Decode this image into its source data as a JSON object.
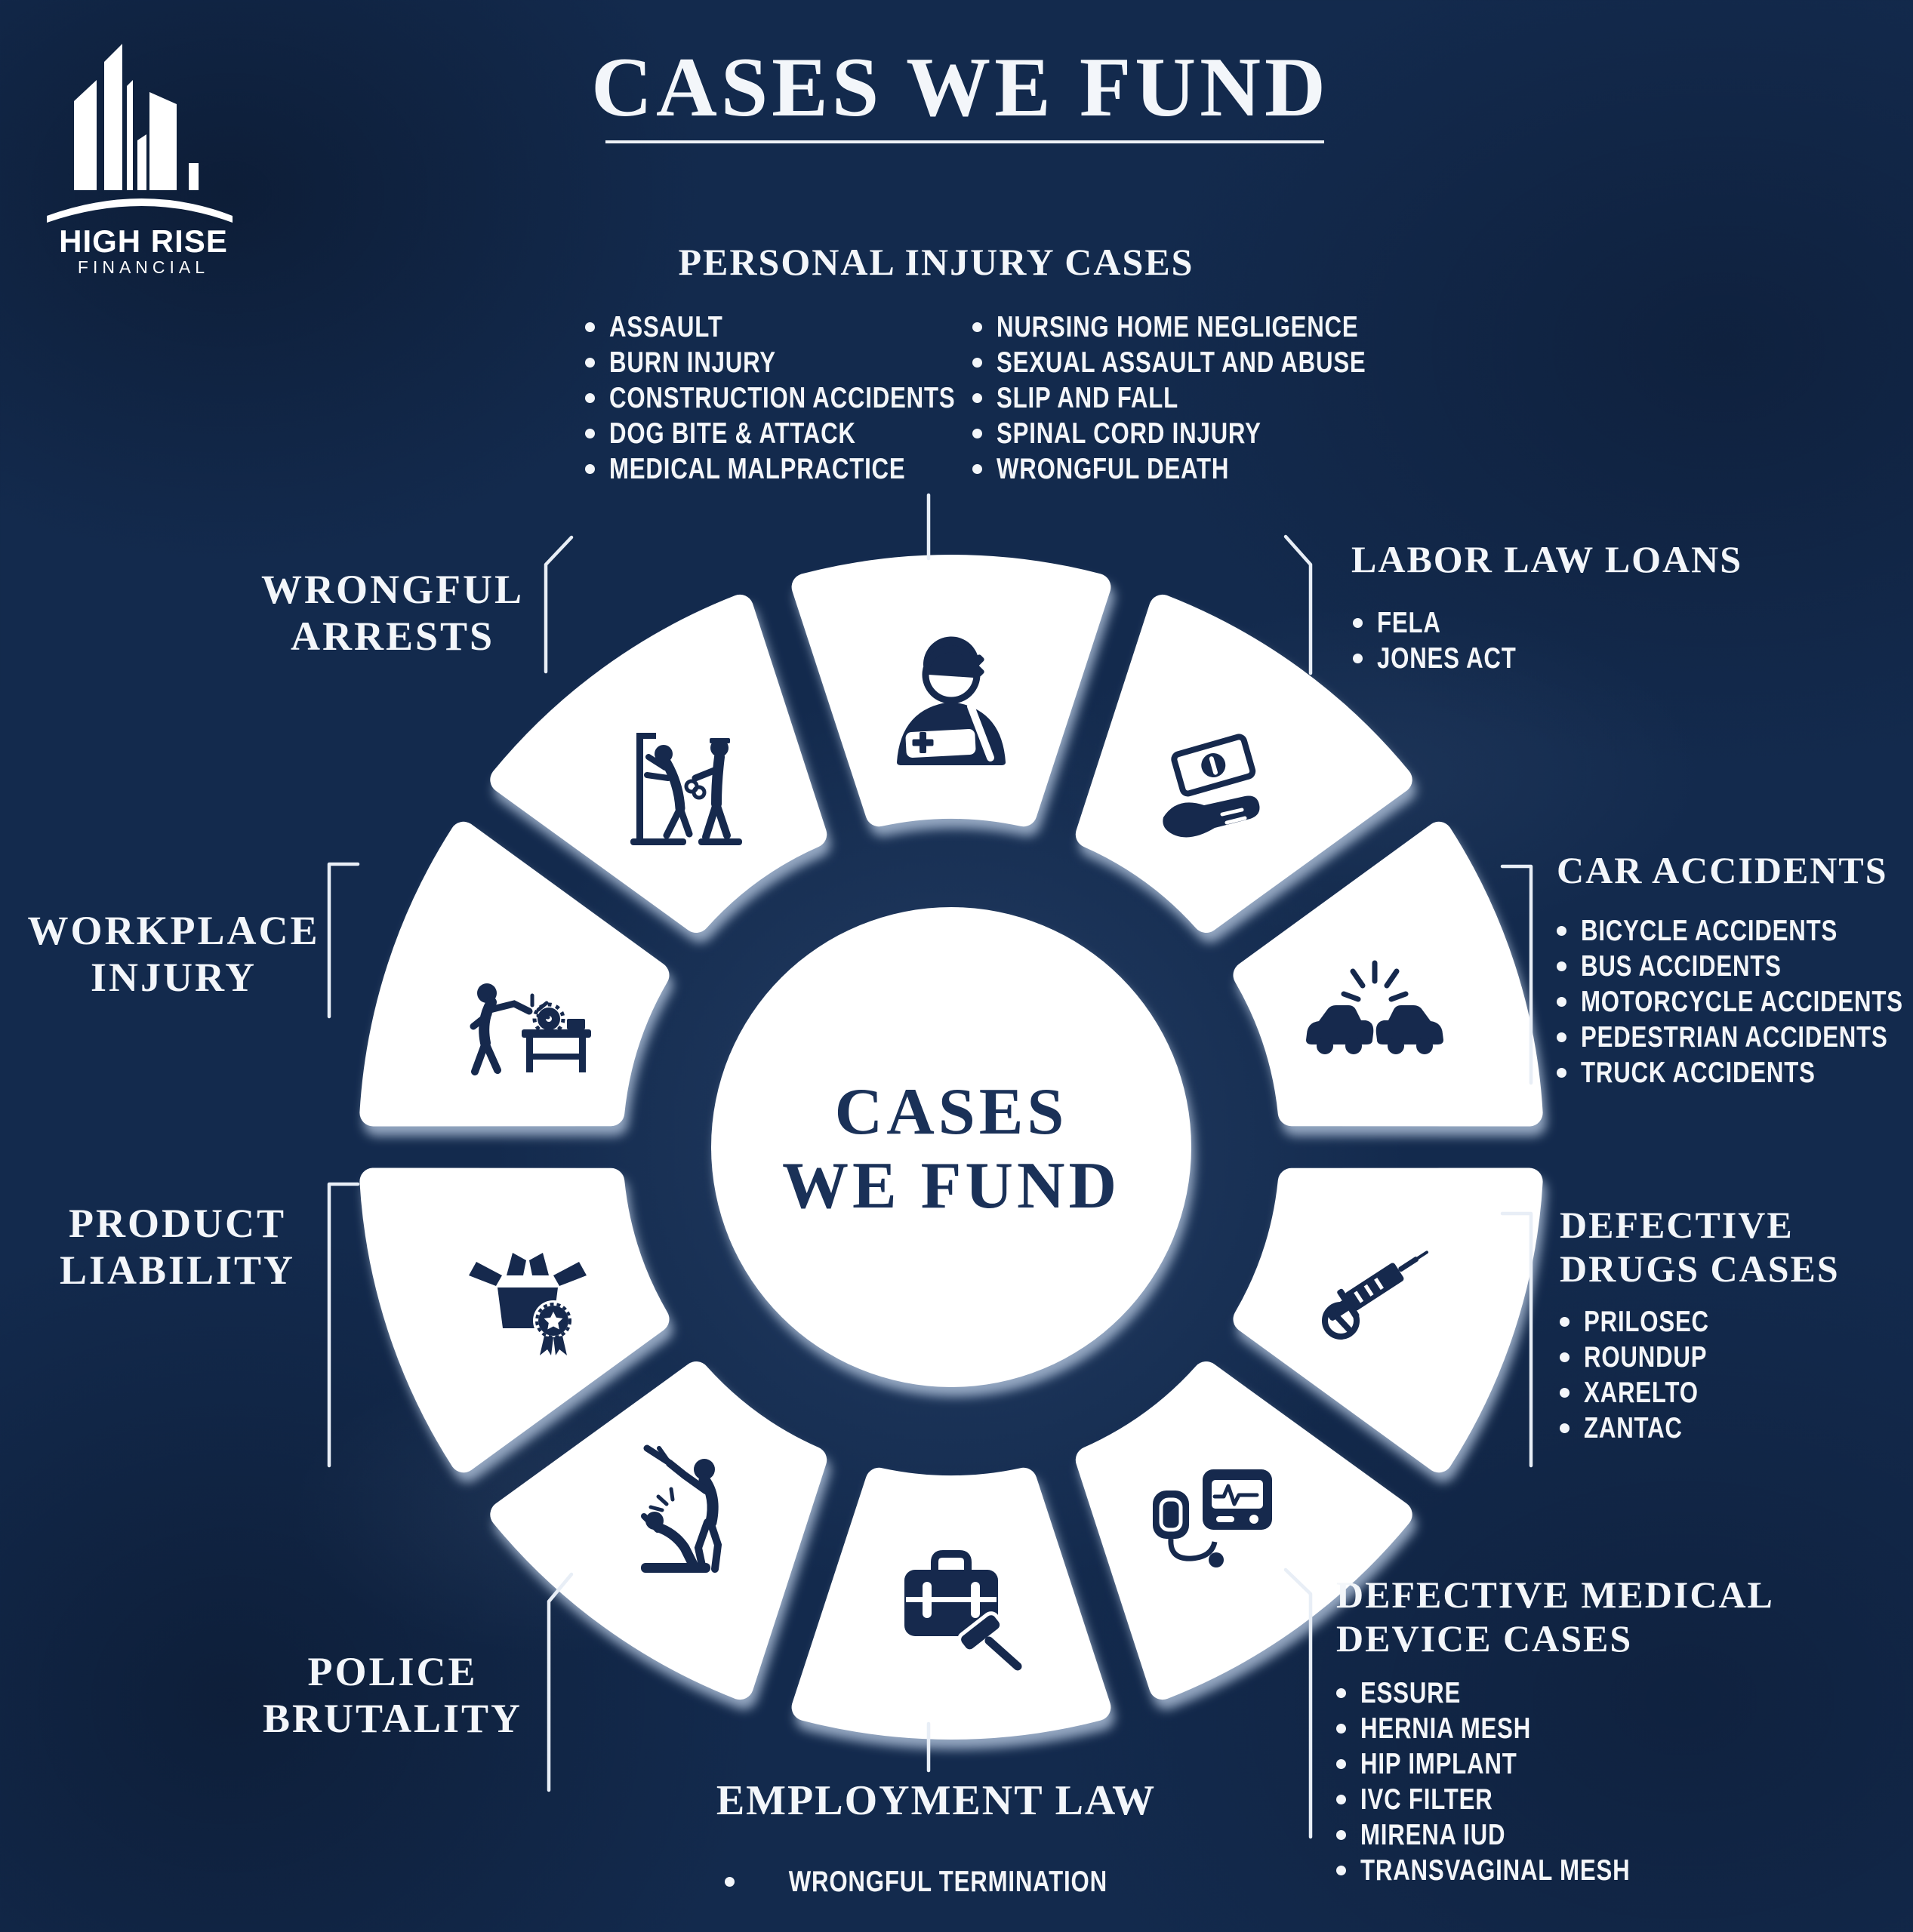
{
  "brand": {
    "line1": "HIGH RISE",
    "line2": "FINANCIAL"
  },
  "header": {
    "title": "CASES WE FUND"
  },
  "center": {
    "line1": "CASES",
    "line2": "WE FUND"
  },
  "sections": {
    "personal_injury": {
      "heading": "PERSONAL INJURY CASES",
      "col1": [
        "ASSAULT",
        "BURN INJURY",
        "CONSTRUCTION ACCIDENTS",
        "DOG BITE & ATTACK",
        "MEDICAL MALPRACTICE"
      ],
      "col2": [
        "NURSING HOME NEGLIGENCE",
        "SEXUAL ASSAULT AND ABUSE",
        "SLIP AND FALL",
        "SPINAL CORD INJURY",
        "WRONGFUL DEATH"
      ]
    },
    "labor_law": {
      "heading": "LABOR LAW LOANS",
      "items": [
        "FELA",
        "JONES ACT"
      ]
    },
    "car_accidents": {
      "heading": "CAR ACCIDENTS",
      "items": [
        "BICYCLE ACCIDENTS",
        "BUS ACCIDENTS",
        "MOTORCYCLE ACCIDENTS",
        "PEDESTRIAN ACCIDENTS",
        "TRUCK ACCIDENTS"
      ]
    },
    "defective_drugs": {
      "heading_line1": "DEFECTIVE",
      "heading_line2": "DRUGS CASES",
      "items": [
        "PRILOSEC",
        "ROUNDUP",
        "XARELTO",
        "ZANTAC"
      ]
    },
    "defective_medical": {
      "heading_line1": "DEFECTIVE MEDICAL",
      "heading_line2": "DEVICE CASES",
      "items": [
        "ESSURE",
        "HERNIA MESH",
        "HIP IMPLANT",
        "IVC FILTER",
        "MIRENA IUD",
        "TRANSVAGINAL MESH"
      ]
    },
    "employment_law": {
      "heading": "EMPLOYMENT LAW",
      "items": [
        "WRONGFUL TERMINATION"
      ]
    },
    "wrongful_arrests": {
      "line1": "WRONGFUL",
      "line2": "ARRESTS"
    },
    "workplace_injury": {
      "line1": "WORKPLACE",
      "line2": "INJURY"
    },
    "product_liability": {
      "line1": "PRODUCT",
      "line2": "LIABILITY"
    },
    "police_brutality": {
      "line1": "POLICE",
      "line2": "BRUTALITY"
    }
  },
  "icons": [
    "personal-injury-icon",
    "labor-law-icon",
    "car-accidents-icon",
    "defective-drugs-icon",
    "defective-medical-icon",
    "employment-law-icon",
    "police-brutality-icon",
    "product-liability-icon",
    "workplace-injury-icon",
    "wrongful-arrests-icon",
    "high-rise-building-icon"
  ],
  "colors": {
    "background": "#132a4d",
    "panel": "#ffffff",
    "icon_navy": "#16294d",
    "center_text": "#1a3158",
    "text": "#f3f6fa",
    "shadow": "#a9bbd4"
  }
}
